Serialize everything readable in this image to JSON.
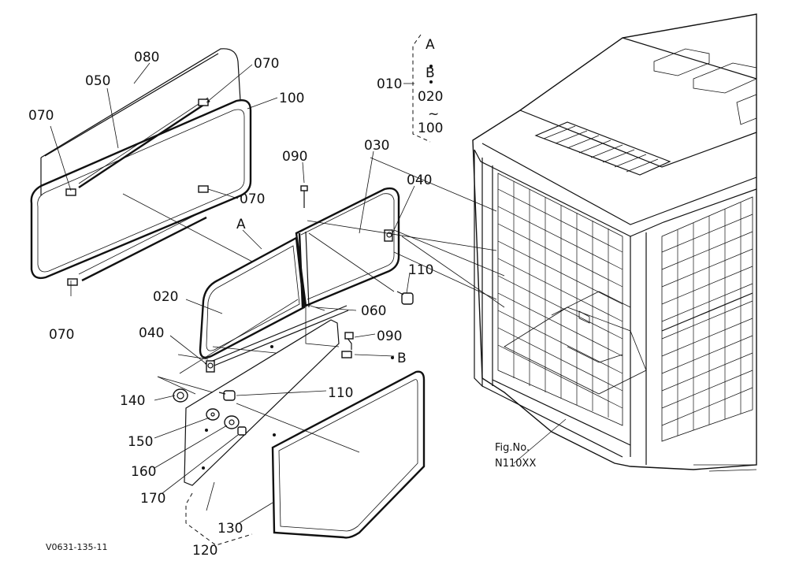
{
  "callouts": {
    "c080": "080",
    "c050": "050",
    "c070_top": "070",
    "c100": "100",
    "c070_left": "070",
    "c070_mid": "070",
    "c070_bottom": "070",
    "c090_top": "090",
    "c030": "030",
    "c040_right": "040",
    "cA": "A",
    "c110_right": "110",
    "c020": "020",
    "c060": "060",
    "c040_left": "040",
    "c090_mid": "090",
    "cB": "B",
    "c140": "140",
    "c110_mid": "110",
    "c150": "150",
    "c160": "160",
    "c170": "170",
    "c130": "130",
    "c120": "120"
  },
  "assembly_group": {
    "ref": "010",
    "items": [
      "A",
      "B",
      "020",
      "~",
      "100"
    ]
  },
  "figure": {
    "fig_label": "Fig.No.",
    "fig_number": "N110XX",
    "drawing_code": "V0631-135-11"
  }
}
